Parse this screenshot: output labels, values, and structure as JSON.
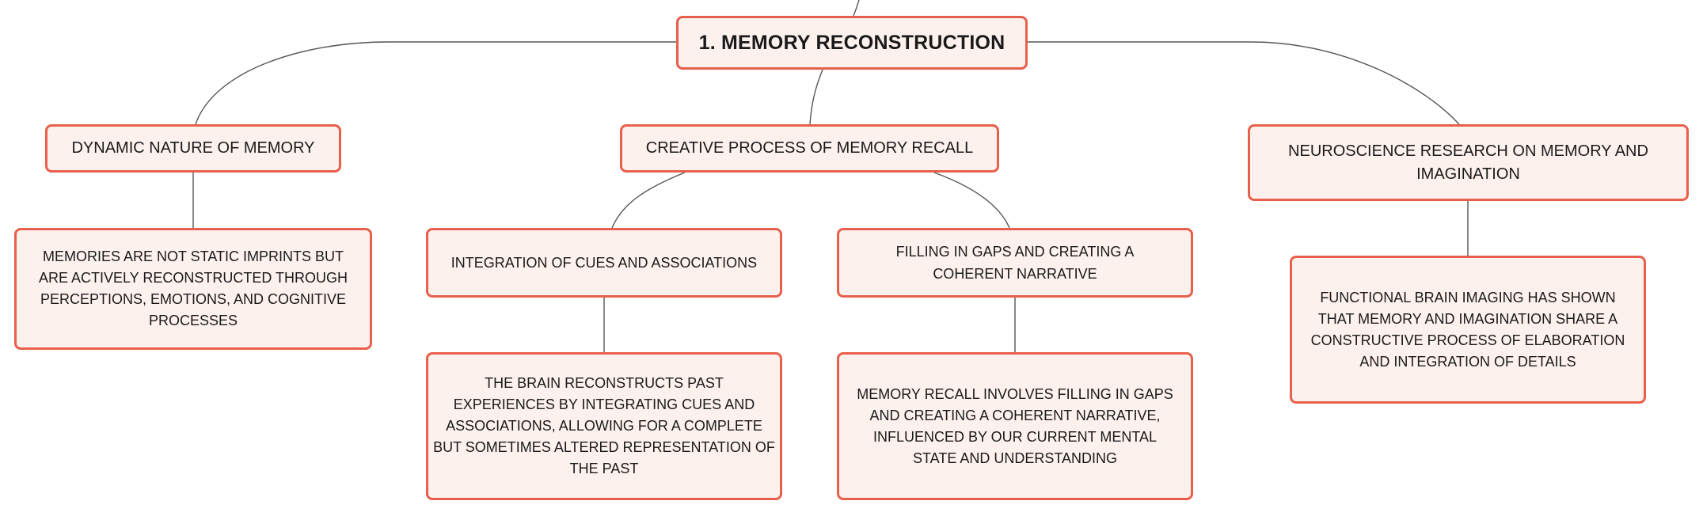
{
  "diagram": {
    "root": {
      "label": "1. MEMORY RECONSTRUCTION"
    },
    "topics": [
      {
        "label": "DYNAMIC NATURE OF MEMORY",
        "details": [
          "MEMORIES ARE NOT STATIC IMPRINTS BUT ARE ACTIVELY RECONSTRUCTED THROUGH PERCEPTIONS, EMOTIONS, AND COGNITIVE PROCESSES"
        ]
      },
      {
        "label": "CREATIVE PROCESS OF MEMORY RECALL",
        "subtopics": [
          {
            "label": "INTEGRATION OF CUES AND ASSOCIATIONS",
            "detail": "THE BRAIN RECONSTRUCTS PAST EXPERIENCES BY INTEGRATING CUES AND ASSOCIATIONS, ALLOWING FOR A COMPLETE BUT SOMETIMES ALTERED REPRESENTATION OF THE PAST"
          },
          {
            "label": "FILLING IN GAPS AND CREATING A COHERENT NARRATIVE",
            "detail": "MEMORY RECALL INVOLVES FILLING IN GAPS AND CREATING A COHERENT NARRATIVE, INFLUENCED BY OUR CURRENT MENTAL STATE AND UNDERSTANDING"
          }
        ]
      },
      {
        "label": "NEUROSCIENCE RESEARCH ON MEMORY AND IMAGINATION",
        "details": [
          "FUNCTIONAL BRAIN IMAGING HAS SHOWN THAT MEMORY AND IMAGINATION SHARE A CONSTRUCTIVE PROCESS OF ELABORATION AND INTEGRATION OF DETAILS"
        ]
      }
    ]
  },
  "colors": {
    "node_border": "#e8604c",
    "node_fill": "#fdf1ee",
    "connector": "#555555"
  }
}
